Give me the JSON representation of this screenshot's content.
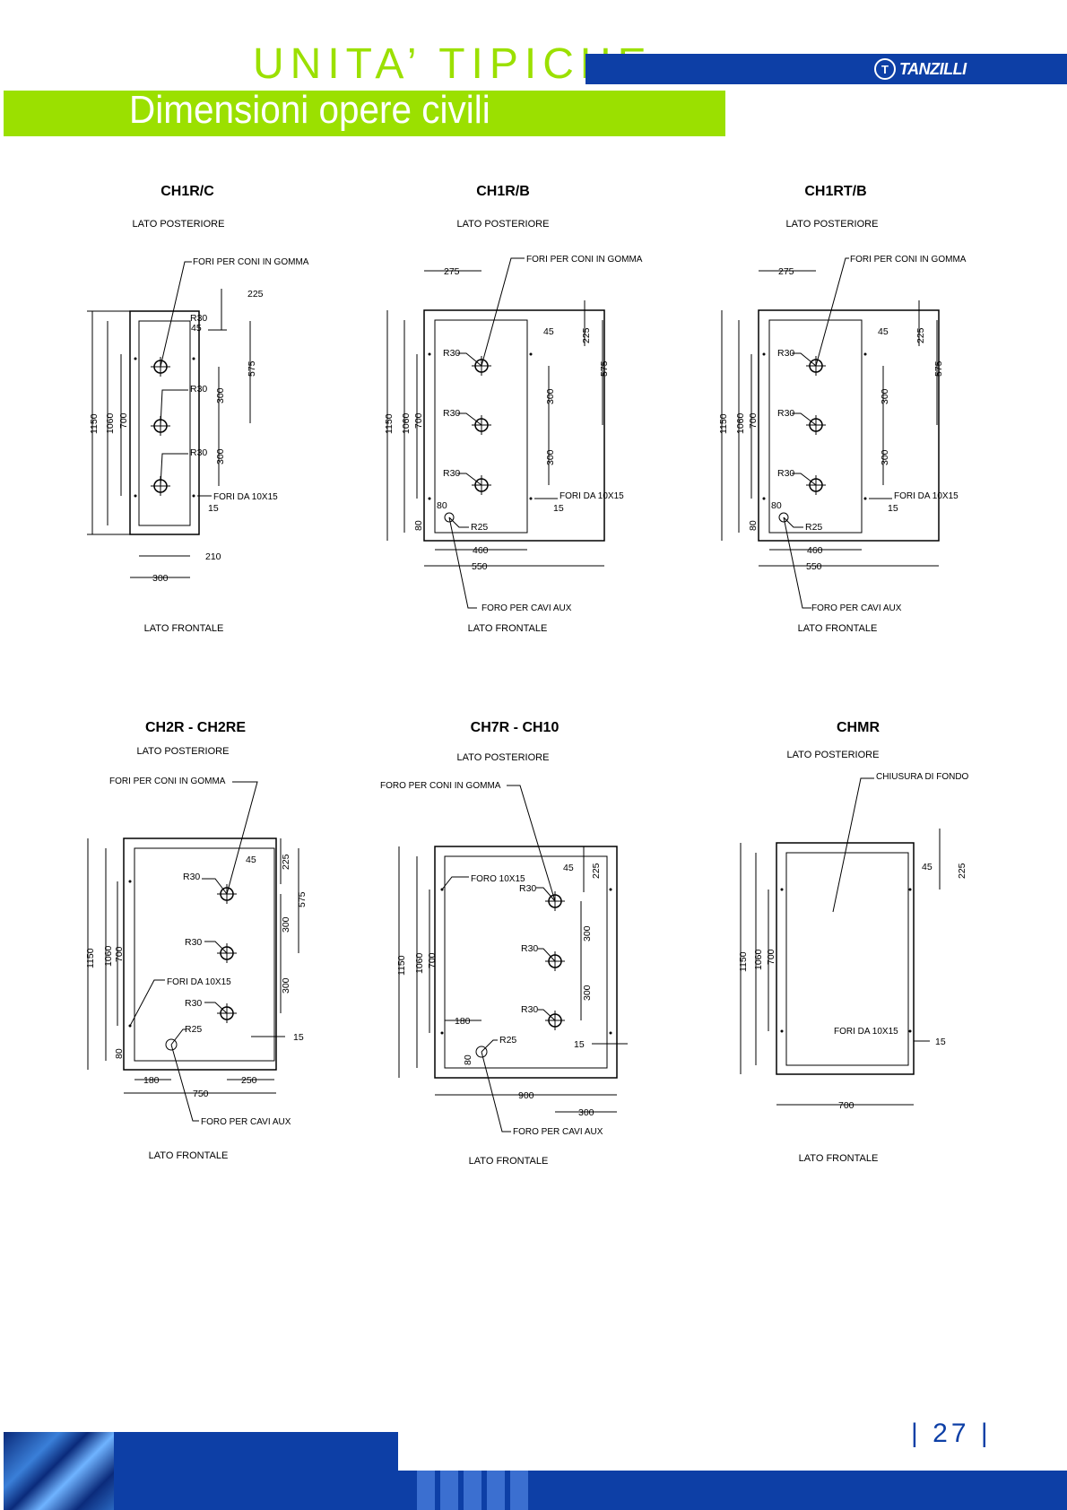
{
  "header": {
    "title": "UNITA’ TIPICHE",
    "subtitle": "Dimensioni opere civili",
    "logo": "TANZILLI",
    "logo_icon": "tanzilli-logo-icon"
  },
  "drawings": [
    {
      "name": "CH1R/C",
      "top": "LATO POSTERIORE",
      "bottom": "LATO FRONTALE",
      "callouts": [
        "FORI PER CONI IN GOMMA",
        "FORI DA 10X15"
      ],
      "dims": [
        "1150",
        "1060",
        "700",
        "225",
        "45",
        "R30",
        "575",
        "300",
        "R30",
        "300",
        "R30",
        "15",
        "210",
        "300"
      ]
    },
    {
      "name": "CH1R/B",
      "top": "LATO POSTERIORE",
      "bottom": "LATO FRONTALE",
      "callouts": [
        "FORI PER CONI IN GOMMA",
        "FORI DA 10X15",
        "FORO PER CAVI AUX"
      ],
      "dims": [
        "275",
        "45",
        "225",
        "575",
        "R30",
        "300",
        "R30",
        "300",
        "R30",
        "1150",
        "1060",
        "700",
        "80",
        "80",
        "R25",
        "15",
        "460",
        "550"
      ]
    },
    {
      "name": "CH1RT/B",
      "top": "LATO POSTERIORE",
      "bottom": "LATO FRONTALE",
      "callouts": [
        "FORI PER CONI IN GOMMA",
        "FORI DA 10X15",
        "FORO PER CAVI AUX"
      ],
      "dims": [
        "275",
        "45",
        "225",
        "575",
        "R30",
        "300",
        "R30",
        "300",
        "R30",
        "1150",
        "1060",
        "700",
        "80",
        "80",
        "R25",
        "15",
        "460",
        "550"
      ]
    },
    {
      "name": "CH2R - CH2RE",
      "top": "LATO POSTERIORE",
      "bottom": "LATO FRONTALE",
      "callouts": [
        "FORI PER CONI IN GOMMA",
        "FORI DA 10X15",
        "FORO PER CAVI AUX"
      ],
      "dims": [
        "45",
        "225",
        "575",
        "R30",
        "300",
        "R30",
        "300",
        "R30",
        "R25",
        "1150",
        "1060",
        "700",
        "80",
        "15",
        "180",
        "250",
        "750"
      ]
    },
    {
      "name": "CH7R - CH10",
      "top": "LATO POSTERIORE",
      "bottom": "LATO FRONTALE",
      "callouts": [
        "FORO PER CONI IN GOMMA",
        "FORO 10X15",
        "FORO PER CAVI AUX"
      ],
      "dims": [
        "45",
        "225",
        "R30",
        "300",
        "R30",
        "300",
        "R30",
        "1150",
        "1060",
        "700",
        "180",
        "R25",
        "15",
        "80",
        "900",
        "300"
      ]
    },
    {
      "name": "CHMR",
      "top": "LATO POSTERIORE",
      "bottom": "LATO FRONTALE",
      "callouts": [
        "CHIUSURA DI FONDO",
        "FORI DA 10X15"
      ],
      "dims": [
        "45",
        "225",
        "1150",
        "1060",
        "700",
        "15",
        "700"
      ]
    }
  ],
  "footer": {
    "page": "| 27 |"
  }
}
